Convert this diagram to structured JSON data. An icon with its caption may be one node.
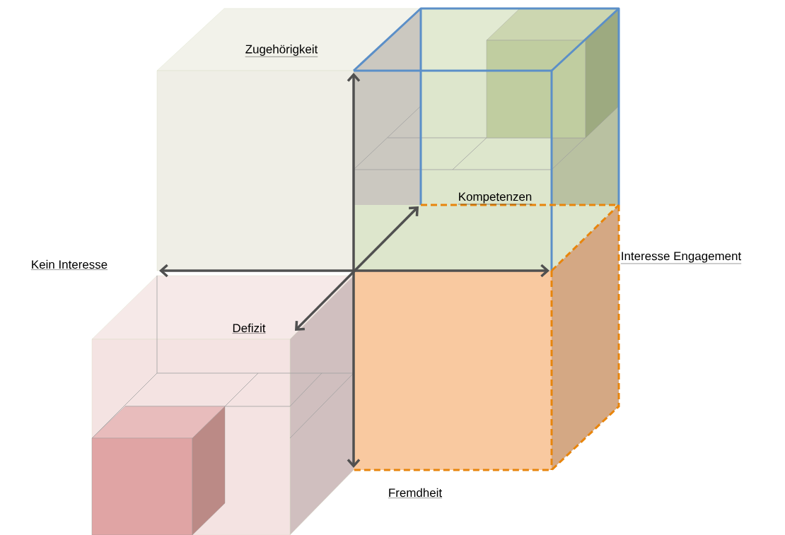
{
  "diagram": {
    "labels": [
      "Zugehörigkeit",
      "Kompetenzen",
      "Kein Interesse",
      "Interesse Engagement",
      "Defizit",
      "Fremdheit"
    ]
  }
}
